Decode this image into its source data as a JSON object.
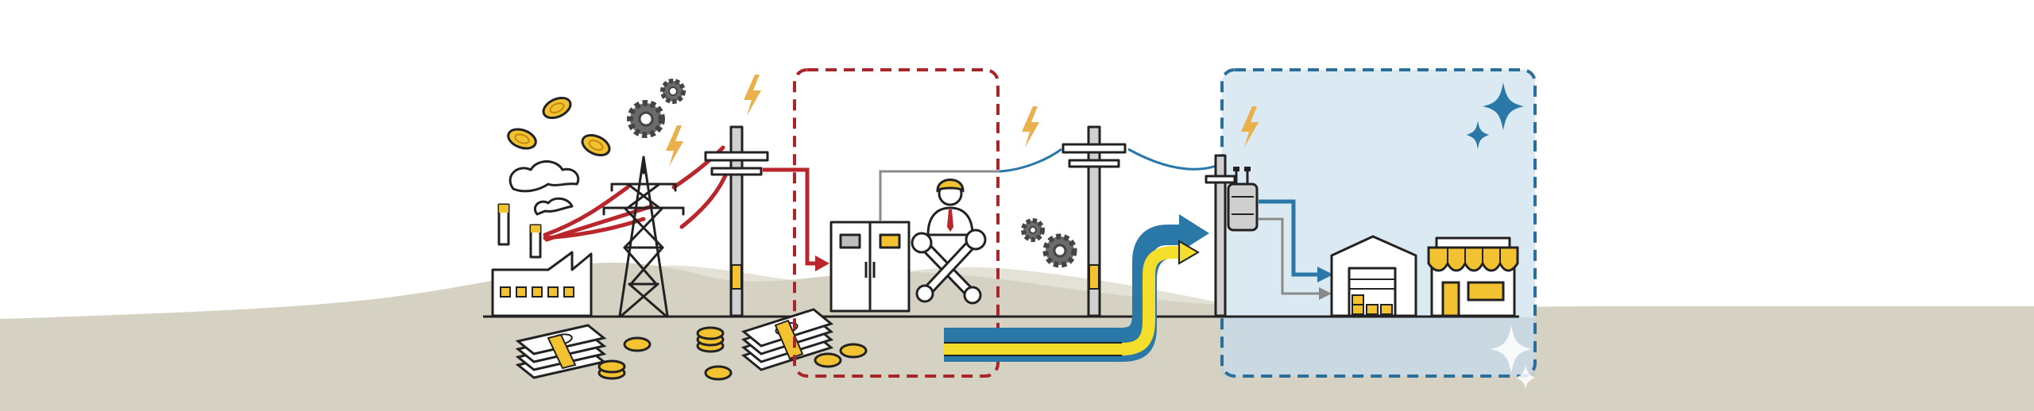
{
  "scene": {
    "sections": [
      {
        "id": "generation",
        "icons": [
          "factory-icon",
          "transmission-tower-icon",
          "utility-pole-icon",
          "coins-icon",
          "cash-stack-icon",
          "gear-icon",
          "lightning-icon"
        ]
      },
      {
        "id": "grid-operator",
        "icons": [
          "switchgear-cabinet-icon",
          "engineer-icon",
          "wrench-icon"
        ]
      },
      {
        "id": "distribution",
        "icons": [
          "utility-pole-icon",
          "gear-icon",
          "lightning-icon",
          "flow-arrow-icon"
        ]
      },
      {
        "id": "consumers",
        "icons": [
          "pole-transformer-icon",
          "warehouse-icon",
          "shop-icon",
          "sparkle-icon"
        ]
      }
    ],
    "colors": {
      "ground": "#d5d1c3",
      "hill": "#e4e1d6",
      "generation_line": "#b9262c",
      "flow_blue": "#2a78a8",
      "flow_yellow": "#f4de2c",
      "lightning": "#e9b04c",
      "coin": "#f2c230",
      "operator_frame": "#a8262b",
      "consumer_frame": "#2a6e99",
      "consumer_fill": "#dbe9f3",
      "line_gray": "#8a8a8a"
    }
  }
}
